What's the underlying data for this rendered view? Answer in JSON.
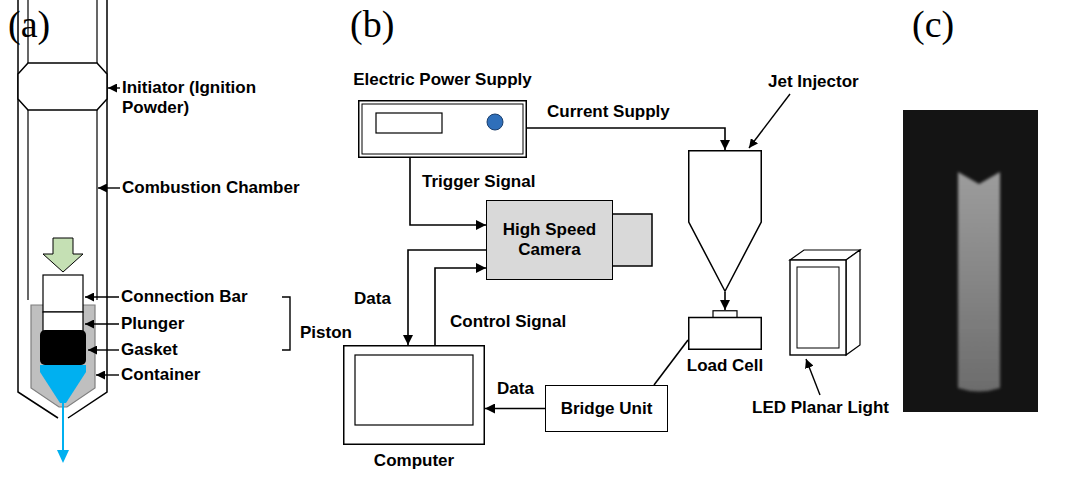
{
  "diagram": {
    "nodes": [
      {
        "text": [
          "Electric Power Supply"
        ]
      },
      {
        "text": [
          "High Speed Camera"
        ]
      },
      {
        "text": [
          "Jet Injector"
        ]
      },
      {
        "text": [
          "Load Cell"
        ]
      },
      {
        "text": [
          "Computer"
        ]
      },
      {
        "text": [
          "Bridge Unit"
        ]
      },
      {
        "text": [
          "LED Planar Light"
        ]
      }
    ],
    "edges": [
      {
        "from": 0,
        "to": 2,
        "label": "Current Supply",
        "arrow": "to"
      },
      {
        "from": 0,
        "to": 1,
        "label": "Trigger Signal",
        "arrow": "to"
      },
      {
        "from": 1,
        "to": 4,
        "label": "Data",
        "arrow": "to"
      },
      {
        "from": 4,
        "to": 1,
        "label": "Control Signal",
        "arrow": "to"
      },
      {
        "from": 2,
        "to": 3,
        "arrow": "to"
      },
      {
        "from": 3,
        "to": 5,
        "arrow": "none"
      },
      {
        "from": 5,
        "to": 4,
        "label": "Data",
        "arrow": "to"
      }
    ],
    "labels": [
      "(a)",
      "Initiator (Ignition Powder)",
      "Combustion Chamber",
      "Connection Bar",
      "Plunger",
      "Piston",
      "Gasket",
      "Container",
      "(b)",
      "(c)"
    ]
  }
}
